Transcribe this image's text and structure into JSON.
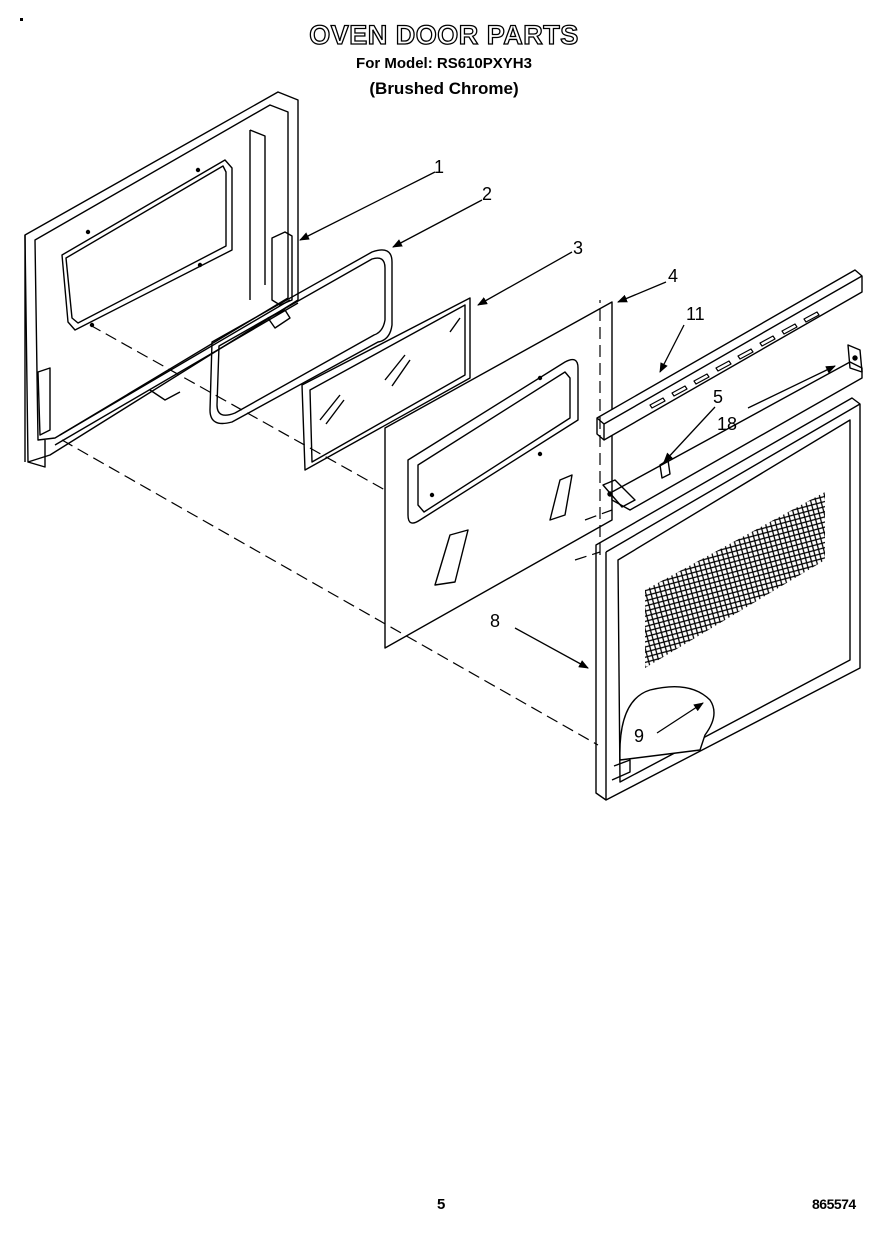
{
  "header": {
    "title": "OVEN DOOR PARTS",
    "model_line": "For Model: RS610PXYH3",
    "finish_line": "(Brushed Chrome)"
  },
  "callouts": {
    "c1": "1",
    "c2": "2",
    "c3": "3",
    "c4": "4",
    "c11": "11",
    "c5": "5",
    "c18": "18",
    "c8": "8",
    "c9": "9"
  },
  "footer": {
    "page_number": "5",
    "document_number": "865574"
  },
  "colors": {
    "line": "#000000",
    "background": "#ffffff"
  }
}
